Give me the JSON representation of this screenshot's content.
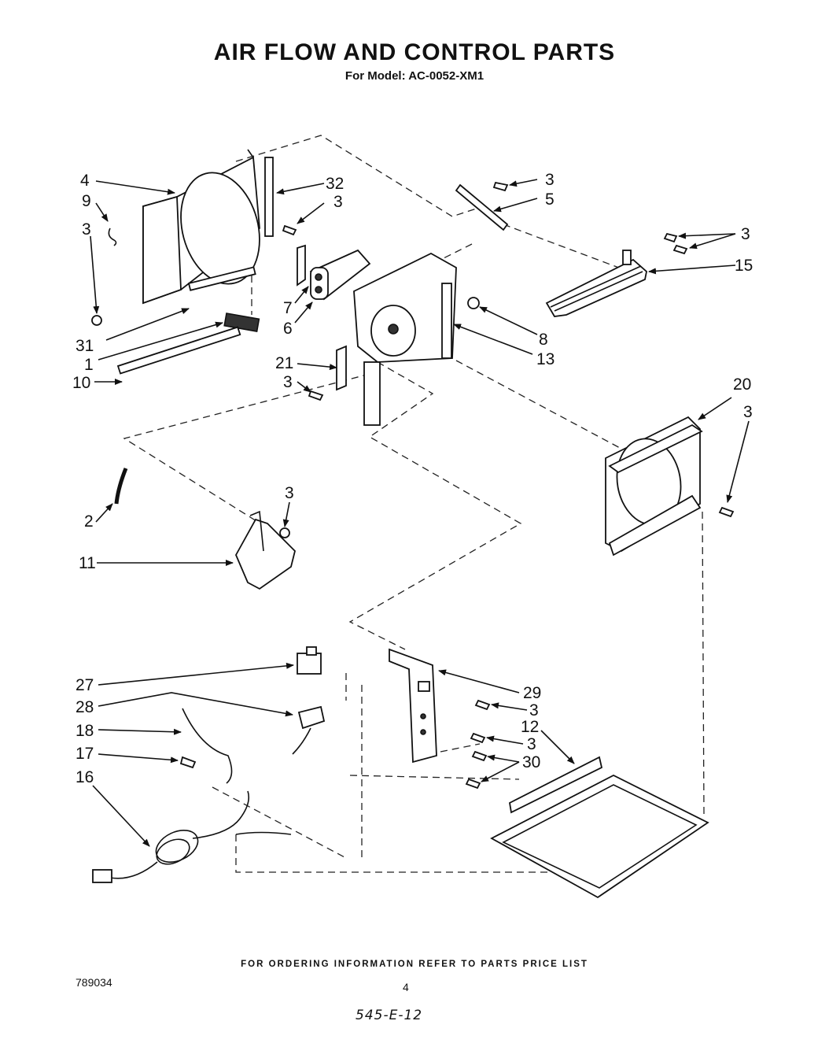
{
  "title": "AIR FLOW AND CONTROL PARTS",
  "model_line": "For Model: AC-0052-XM1",
  "footer": {
    "ordering_note": "FOR ORDERING INFORMATION REFER TO PARTS PRICE LIST",
    "document_number": "789034",
    "page_number": "4",
    "handwritten_note": "545-E-12"
  },
  "callouts": [
    {
      "id": "c4",
      "label": "4"
    },
    {
      "id": "c32",
      "label": "32"
    },
    {
      "id": "c9",
      "label": "9"
    },
    {
      "id": "c3a",
      "label": "3"
    },
    {
      "id": "c3b",
      "label": "3"
    },
    {
      "id": "c3c",
      "label": "3"
    },
    {
      "id": "c5",
      "label": "5"
    },
    {
      "id": "c3d",
      "label": "3"
    },
    {
      "id": "c15",
      "label": "15"
    },
    {
      "id": "c7",
      "label": "7"
    },
    {
      "id": "c6",
      "label": "6"
    },
    {
      "id": "c8",
      "label": "8"
    },
    {
      "id": "c31",
      "label": "31"
    },
    {
      "id": "c1",
      "label": "1"
    },
    {
      "id": "c13",
      "label": "13"
    },
    {
      "id": "c10",
      "label": "10"
    },
    {
      "id": "c21",
      "label": "21"
    },
    {
      "id": "c3e",
      "label": "3"
    },
    {
      "id": "c20",
      "label": "20"
    },
    {
      "id": "c3f",
      "label": "3"
    },
    {
      "id": "c2",
      "label": "2"
    },
    {
      "id": "c3g",
      "label": "3"
    },
    {
      "id": "c11",
      "label": "11"
    },
    {
      "id": "c27",
      "label": "27"
    },
    {
      "id": "c29",
      "label": "29"
    },
    {
      "id": "c28",
      "label": "28"
    },
    {
      "id": "c3h",
      "label": "3"
    },
    {
      "id": "c12",
      "label": "12"
    },
    {
      "id": "c18",
      "label": "18"
    },
    {
      "id": "c3i",
      "label": "3"
    },
    {
      "id": "c17",
      "label": "17"
    },
    {
      "id": "c30",
      "label": "30"
    },
    {
      "id": "c16",
      "label": "16"
    }
  ]
}
